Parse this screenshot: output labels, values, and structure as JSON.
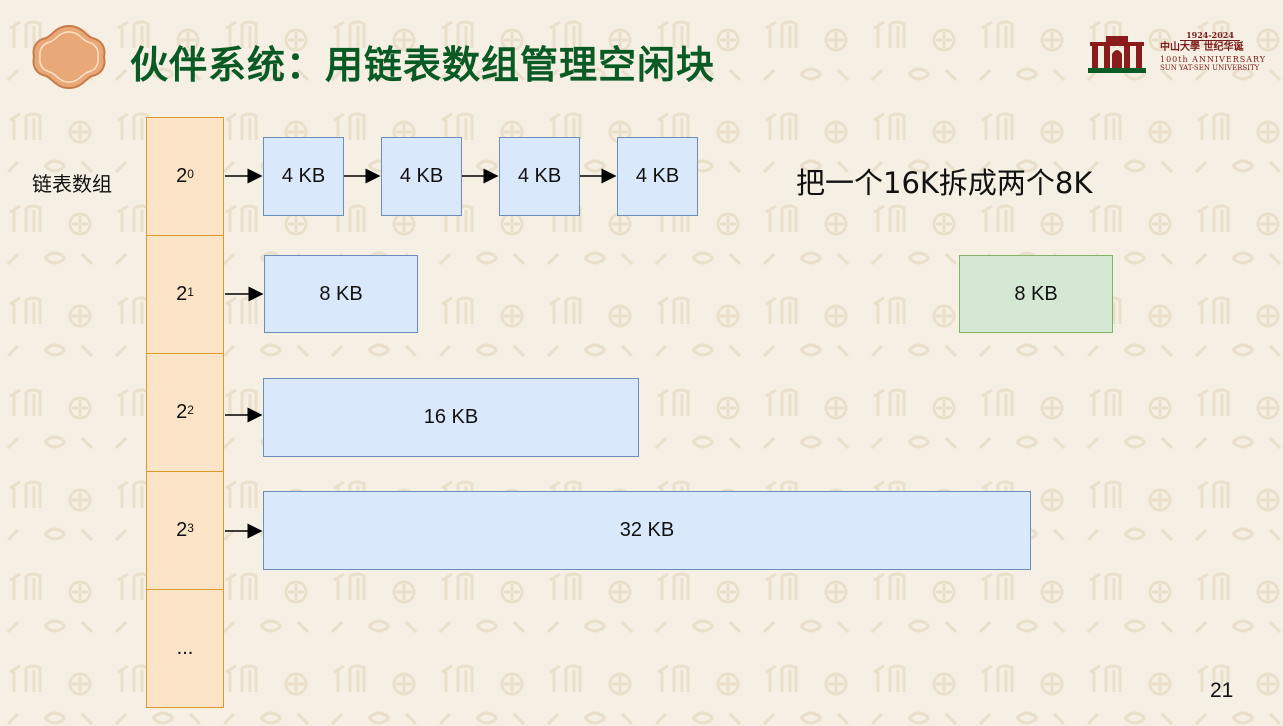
{
  "slide": {
    "title": "伙伴系统：用链表数组管理空闲块",
    "page_number": "21",
    "logo": {
      "years": "1924-2024",
      "cn": "中山大學 世纪华诞",
      "en_line1": "100th ANNIVERSARY",
      "en_line2": "SUN YAT-SEN UNIVERSITY"
    },
    "row_label": "链表数组",
    "array": [
      {
        "base": "2",
        "exp": "0"
      },
      {
        "base": "2",
        "exp": "1"
      },
      {
        "base": "2",
        "exp": "2"
      },
      {
        "base": "2",
        "exp": "3"
      },
      {
        "base": "...",
        "exp": ""
      }
    ],
    "lists": {
      "row0": [
        "4 KB",
        "4 KB",
        "4 KB",
        "4 KB"
      ],
      "row1": [
        "8 KB"
      ],
      "row2": [
        "16 KB"
      ],
      "row3": [
        "32 KB"
      ]
    },
    "split_note": "把一个16K拆成两个8K",
    "split_result": "8 KB",
    "colors": {
      "title": "#0a5a25",
      "array_fill": "#fbe3c8",
      "array_border": "#d99a2a",
      "block_fill": "#dae8fc",
      "block_border": "#6c8ebf",
      "split_fill": "#d5e8d4",
      "split_border": "#82b366"
    }
  }
}
